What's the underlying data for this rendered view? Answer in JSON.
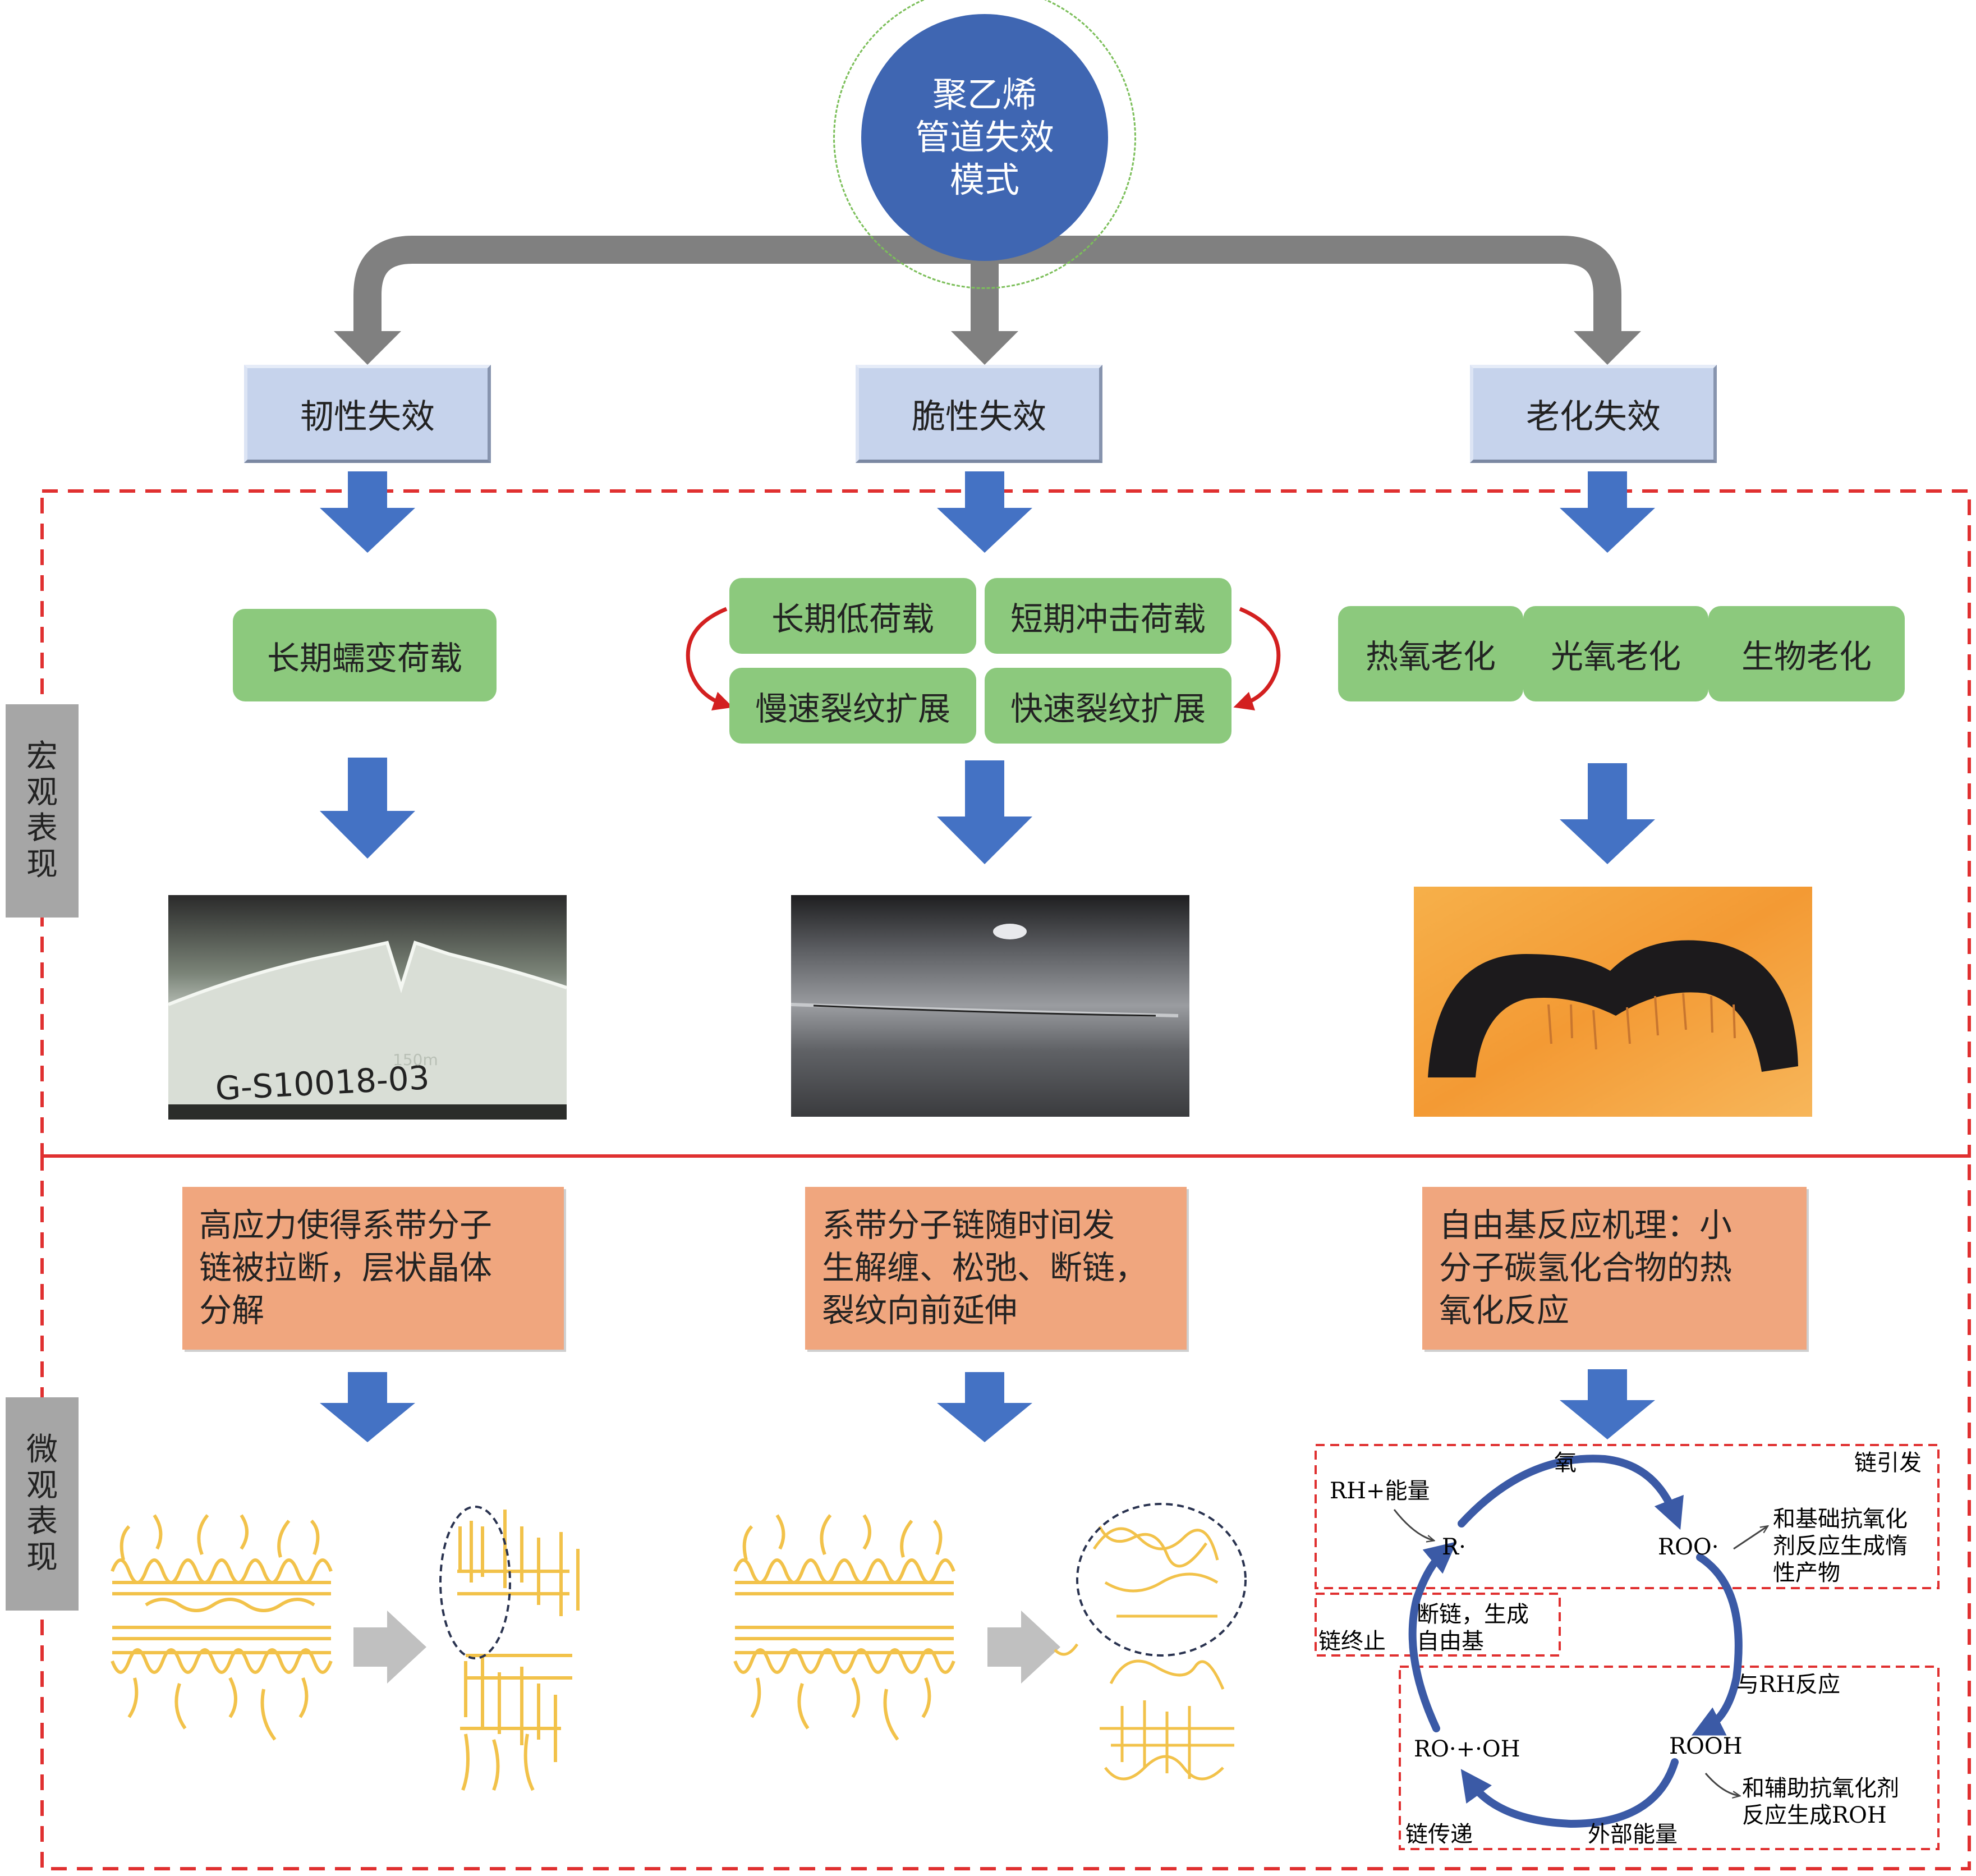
{
  "root": {
    "lines": [
      "聚乙烯",
      "管道失效",
      "模式"
    ]
  },
  "failure_modes": [
    {
      "label": "韧性失效"
    },
    {
      "label": "脆性失效"
    },
    {
      "label": "老化失效"
    }
  ],
  "section_labels": {
    "macro": [
      "宏",
      "观",
      "表",
      "现"
    ],
    "micro": [
      "微",
      "观",
      "表",
      "现"
    ]
  },
  "macro": {
    "ductile_load": "长期蠕变荷载",
    "brittle": {
      "long_low_load": "长期低荷载",
      "short_impact_load": "短期冲击荷载",
      "slow_crack": "慢速裂纹扩展",
      "fast_crack": "快速裂纹扩展"
    },
    "aging": [
      "热氧老化",
      "光氧老化",
      "生物老化"
    ],
    "photo1_marking": "G-S10018-03",
    "photo1_faint": "150m"
  },
  "micro": {
    "ductile_desc": [
      "高应力使得系带分子",
      "链被拉断，层状晶体",
      "分解"
    ],
    "brittle_desc": [
      "系带分子链随时间发",
      "生解缠、松弛、断链，",
      "裂纹向前延伸"
    ],
    "aging_desc": [
      "自由基反应机理：小",
      "分子碳氢化合物的热",
      "氧化反应"
    ]
  },
  "cycle": {
    "oxygen": "氧",
    "chain_initiation": "链引发",
    "rh_energy": "RH+能量",
    "r_radical": "R·",
    "roo_radical": "ROO·",
    "base_antioxidant": [
      "和基础抗氧化",
      "剂反应生成惰",
      "性产物"
    ],
    "chain_break": [
      "断链，生成",
      "自由基"
    ],
    "chain_termination": "链终止",
    "react_rh": "与RH反应",
    "ro_oh": "RO·+·OH",
    "rooh": "ROOH",
    "aux_antioxidant": [
      "和辅助抗氧化剂",
      "反应生成ROH"
    ],
    "chain_propagation": "链传递",
    "external_energy": "外部能量"
  },
  "colors": {
    "root": "#3f66b2",
    "arrow_gray": "#808080",
    "arrow_blue": "#4472c4",
    "green": "#8cc97d",
    "orange": "#f0a67e",
    "dashed_red": "#e03030",
    "fiber": "#f2c24a"
  }
}
